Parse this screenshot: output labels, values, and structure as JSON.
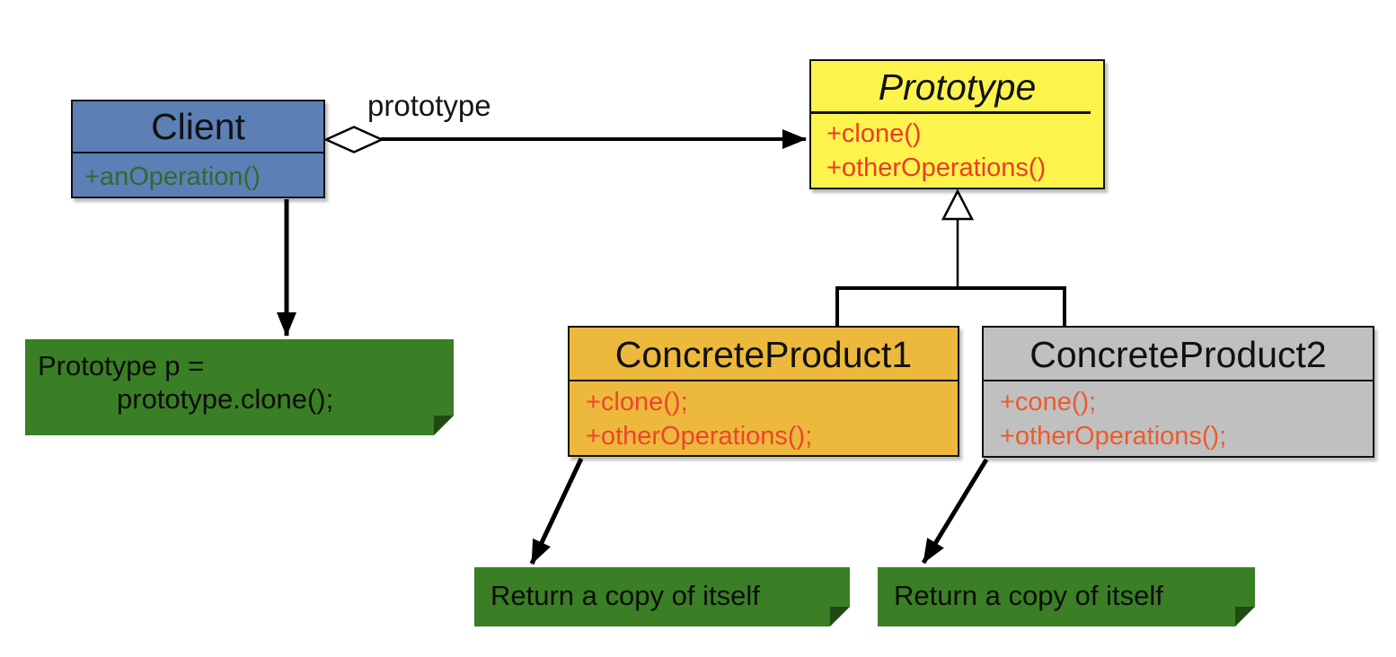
{
  "diagram_type": "uml-class-diagram-prototype-pattern",
  "classes": {
    "client": {
      "name": "Client",
      "methods": [
        "+anOperation()"
      ],
      "fill": "#5C7FB5",
      "method_color": "#2F6B2F"
    },
    "prototype": {
      "name": "Prototype",
      "methods": [
        "+clone()",
        "+otherOperations()"
      ],
      "fill": "#FCF44D",
      "method_color": "#EE3B2B"
    },
    "concrete_product1": {
      "name": "ConcreteProduct1",
      "methods": [
        "+clone();",
        "+otherOperations();"
      ],
      "fill": "#EDB93C",
      "method_color": "#EE4430"
    },
    "concrete_product2": {
      "name": "ConcreteProduct2",
      "methods": [
        "+cone();",
        "+otherOperations();"
      ],
      "fill": "#C1C0C0",
      "method_color": "#E95C2D"
    }
  },
  "notes": {
    "client_code": {
      "lines": [
        "Prototype p =",
        "prototype.clone();"
      ],
      "fill": "#3A7E25"
    },
    "return_copy1": {
      "text": "Return a copy of itself",
      "fill": "#3A7E25"
    },
    "return_copy2": {
      "text": "Return a copy of itself",
      "fill": "#3A7E25"
    }
  },
  "labels": {
    "association": "prototype"
  },
  "colors": {
    "background": "#FFFFFF",
    "border": "#111111",
    "connector": "#000000",
    "note_fold": "#1F4A12",
    "note_text": "#0D0D0D"
  }
}
